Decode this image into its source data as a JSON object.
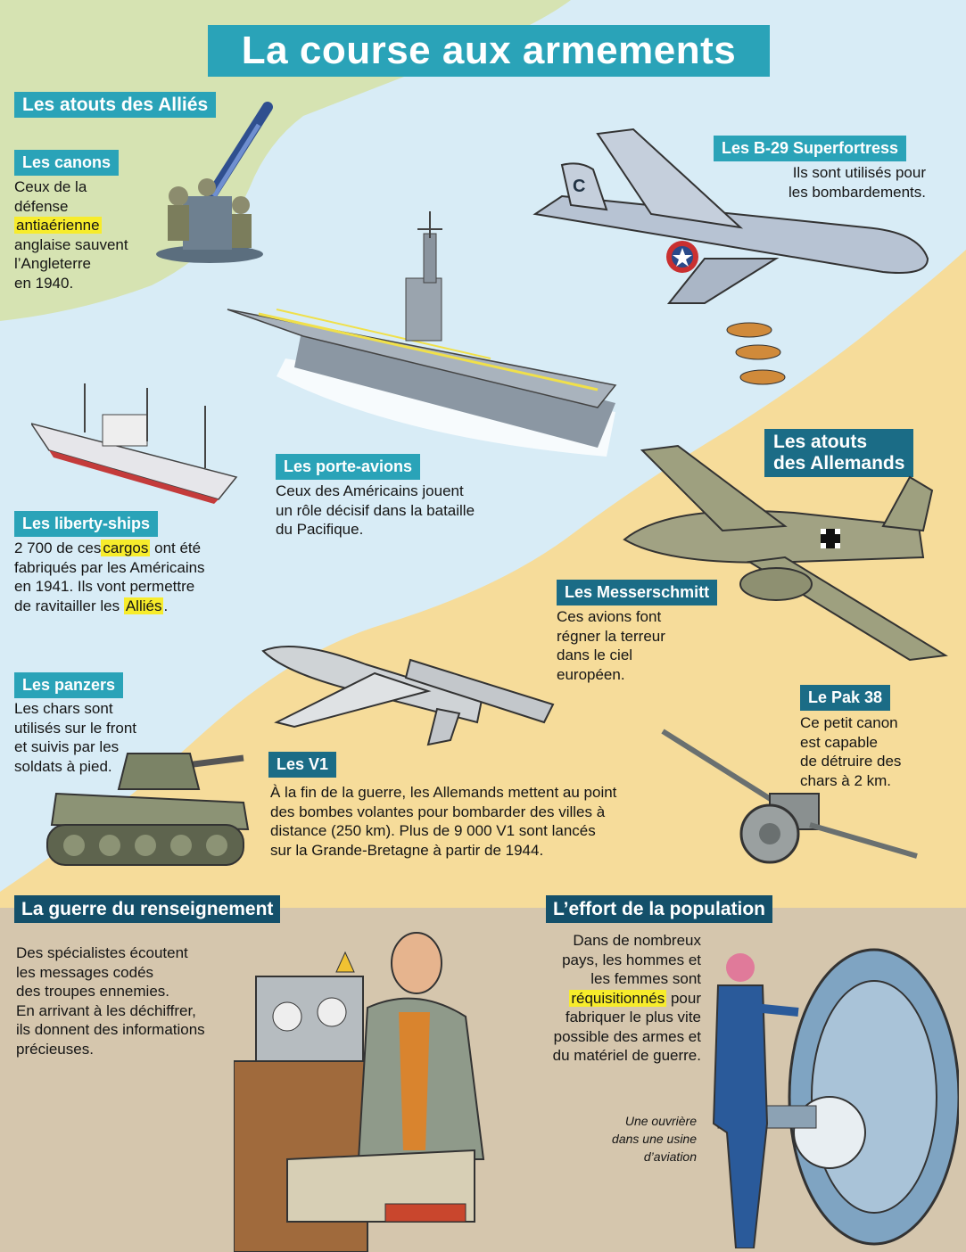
{
  "title": "La course aux armements",
  "allies": {
    "heading": "Les atouts des Alliés",
    "canons": {
      "title": "Les canons",
      "l1": "Ceux de la",
      "l2": "défense",
      "hl": "antiaérienne",
      "l4": "anglaise sauvent",
      "l5": "l’Angleterre",
      "l6": "en 1940."
    },
    "liberty": {
      "title": "Les liberty-ships",
      "a1": "2 700 de ces",
      "hl1": "cargos",
      "a2": " ont été",
      "l2": "fabriqués par les Américains",
      "l3": "en 1941. Ils vont permettre",
      "b1": "de ravitailler les ",
      "hl2": "Alliés",
      "b2": "."
    },
    "panzers": {
      "title": "Les panzers",
      "l1": "Les chars sont",
      "l2": "utilisés sur le front",
      "l3": "et suivis par les",
      "l4": "soldats à pied."
    },
    "porte": {
      "title": "Les porte-avions",
      "l1": "Ceux des Américains jouent",
      "l2": "un rôle décisif dans la bataille",
      "l3": "du Pacifique."
    },
    "b29": {
      "title": "Les B-29 Superfortress",
      "l1": "Ils sont utilisés pour",
      "l2": "les bombardements."
    }
  },
  "allemands": {
    "heading_l1": "Les atouts",
    "heading_l2": "des Allemands",
    "messer": {
      "title": "Les Messerschmitt",
      "l1": "Ces avions font",
      "l2": "régner la terreur",
      "l3": "dans le ciel",
      "l4": "européen."
    },
    "pak": {
      "title": "Le Pak 38",
      "l1": "Ce petit canon",
      "l2": "est capable",
      "l3": "de détruire des",
      "l4": "chars à 2 km."
    },
    "v1": {
      "title": "Les V1",
      "l1": "À la fin de la guerre, les Allemands mettent au point",
      "l2": "des bombes volantes pour bombarder des villes à",
      "l3": "distance (250 km). Plus de 9 000 V1 sont lancés",
      "l4": "sur la Grande-Bretagne à partir de 1944."
    }
  },
  "renseignement": {
    "title": "La guerre du renseignement",
    "l1": "Des spécialistes écoutent",
    "l2": "les messages codés",
    "l3": "des troupes ennemies.",
    "l4": "En arrivant à les déchiffrer,",
    "l5": "ils donnent des informations",
    "l6": "précieuses."
  },
  "population": {
    "title": "L’effort de la population",
    "l1": "Dans de nombreux",
    "l2": "pays, les hommes et",
    "l3": "les femmes sont",
    "hl": "réquisitionnés",
    "l4b": " pour",
    "l5": "fabriquer le plus vite",
    "l6": "possible des armes et",
    "l7": "du matériel de guerre.",
    "cap1": "Une ouvrière",
    "cap2": "dans une usine",
    "cap3": "d’aviation"
  },
  "colors": {
    "allies_header": "#2aa3b8",
    "allemands_header": "#1b6c86",
    "section_header": "#14506a",
    "highlight": "#f7ec2b",
    "sea": "#d8ecf6",
    "land_green": "#d6e3b2",
    "sand": "#f6dc9a",
    "bottom_panel": "#d5c6ad"
  },
  "b29_tail_letter": "C",
  "icons": [
    "anti-aircraft-gun",
    "aircraft-carrier",
    "b29-bomber",
    "liberty-ship",
    "messerschmitt-jet",
    "v1-flying-bomb",
    "panzer-tank",
    "pak38-cannon",
    "radio-operator",
    "factory-worker"
  ]
}
